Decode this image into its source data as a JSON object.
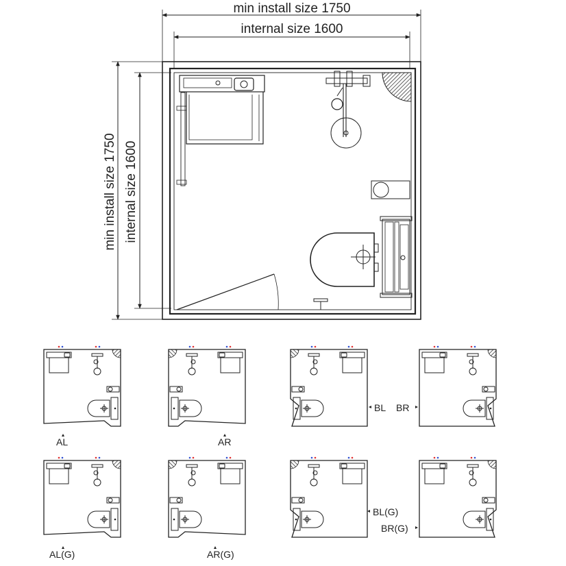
{
  "dimensions": {
    "min_install_width": "min install size 1750",
    "internal_width": "internal size 1600",
    "min_install_height": "min install size 1750",
    "internal_height": "internal size 1600"
  },
  "layouts": [
    {
      "label": "AL"
    },
    {
      "label": "AR"
    },
    {
      "label": "BL"
    },
    {
      "label": "BR"
    },
    {
      "label": "AL(G)"
    },
    {
      "label": "AR(G)"
    },
    {
      "label": "BL(G)"
    },
    {
      "label": "BR(G)"
    }
  ],
  "colors": {
    "line": "#222222",
    "tile_fill": "#ffffff",
    "hot_dot": "#e03030",
    "cold_dot": "#3050d0",
    "hatch": "#222222"
  }
}
